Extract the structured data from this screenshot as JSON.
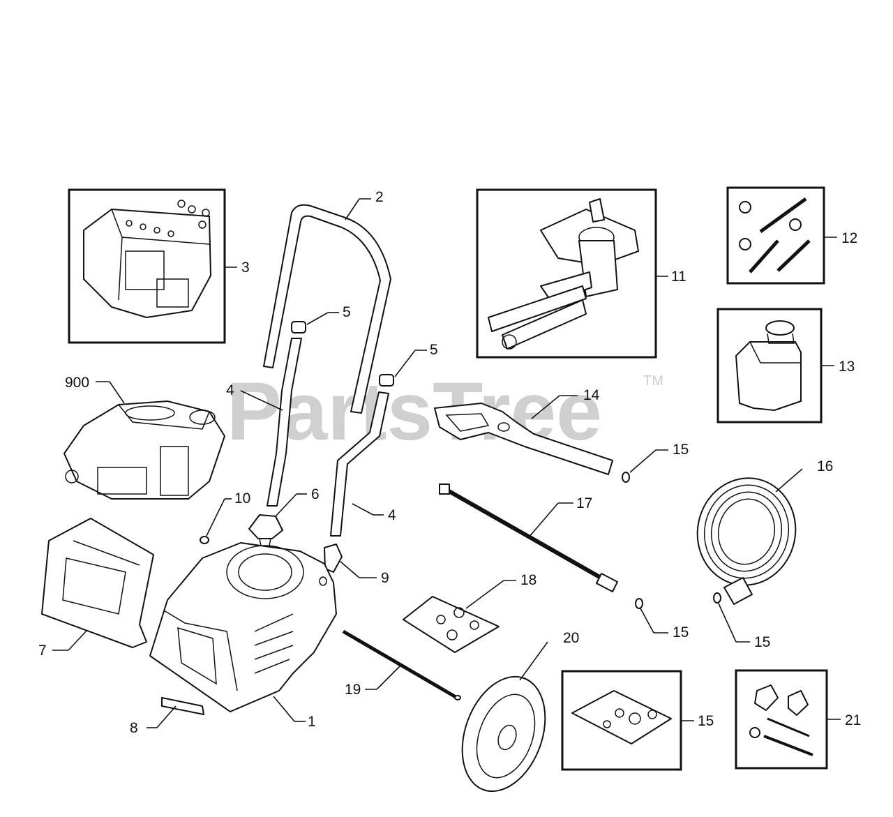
{
  "watermark": {
    "text": "PartsTree",
    "trademark": "TM"
  },
  "callouts": {
    "c1": "1",
    "c2": "2",
    "c3": "3",
    "c4a": "4",
    "c4b": "4",
    "c5a": "5",
    "c5b": "5",
    "c6": "6",
    "c7": "7",
    "c8": "8",
    "c9": "9",
    "c10": "10",
    "c11": "11",
    "c12": "12",
    "c13": "13",
    "c14": "14",
    "c15a": "15",
    "c15b": "15",
    "c15c": "15",
    "c15d": "15",
    "c16": "16",
    "c17": "17",
    "c18": "18",
    "c19": "19",
    "c20": "20",
    "c21": "21",
    "c900": "900"
  }
}
